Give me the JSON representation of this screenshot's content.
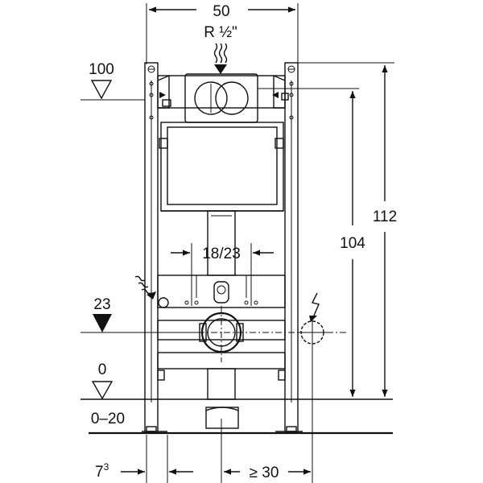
{
  "dimensions": {
    "frame_width": "50",
    "supply_thread": "R ½\"",
    "level_100": "100",
    "level_23": "23",
    "level_0": "0",
    "floor_range": "0–20",
    "height_112": "112",
    "height_104": "104",
    "mount_spacing": "18/23",
    "offset_left_base": "7",
    "offset_left_sup": "3",
    "offset_right": "≥ 30"
  }
}
